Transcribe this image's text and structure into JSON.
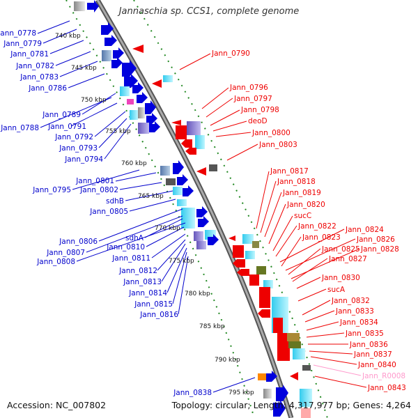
{
  "title": "Jannaschia sp. CCS1, complete genome",
  "footer": {
    "accession": "Accession: NC_007802",
    "topology": "Topology: circular; Length: 4,317,977 bp; Genes: 4,264"
  },
  "colors": {
    "forward_label": "#0000cc",
    "reverse_label": "#ee0000",
    "rna_label": "#ff99cc",
    "forward_gene": "#0000dd",
    "reverse_gene": "#ee0000",
    "backbone": "#888888",
    "tick_dots": "#228822"
  },
  "scale_ticks": [
    "740 kbp",
    "745 kbp",
    "750 kbp",
    "755 kbp",
    "760 kbp",
    "765 kbp",
    "770 kbp",
    "775 kbp",
    "780 kbp",
    "785 kbp",
    "790 kbp",
    "795 kbp"
  ],
  "left_labels": [
    "Jann_0778",
    "Jann_0779",
    "Jann_0781",
    "Jann_0782",
    "Jann_0783",
    "Jann_0786",
    "Jann_0789",
    "Jann_0788",
    "Jann_0791",
    "Jann_0792",
    "Jann_0793",
    "Jann_0794",
    "Jann_0801",
    "Jann_0795",
    "Jann_0802",
    "sdhB",
    "Jann_0805",
    "sdhA",
    "Jann_0806",
    "Jann_0810",
    "Jann_0807",
    "Jann_0808",
    "Jann_0811",
    "Jann_0812",
    "Jann_0813",
    "Jann_0814",
    "Jann_0815",
    "Jann_0816",
    "Jann_0838"
  ],
  "right_labels": [
    "Jann_0790",
    "Jann_0796",
    "Jann_0797",
    "Jann_0798",
    "deoD",
    "Jann_0800",
    "Jann_0803",
    "Jann_0817",
    "Jann_0818",
    "Jann_0819",
    "Jann_0820",
    "sucC",
    "Jann_0822",
    "Jann_0824",
    "Jann_0823",
    "Jann_0826",
    "Jann_0825",
    "Jann_0828",
    "Jann_0827",
    "Jann_0830",
    "sucA",
    "Jann_0832",
    "Jann_0833",
    "Jann_0834",
    "Jann_0835",
    "Jann_0836",
    "Jann_0837",
    "Jann_0840",
    "Jann_R0008",
    "Jann_0843"
  ]
}
